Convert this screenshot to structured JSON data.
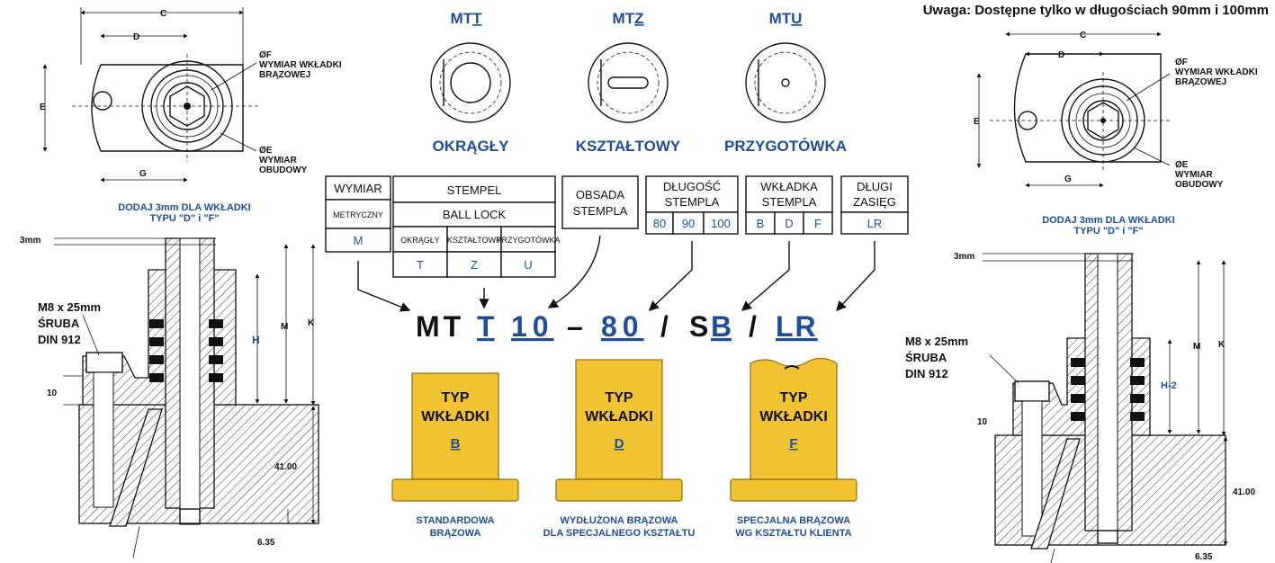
{
  "note": "Uwaga: Dostępne tylko w długościach 90mm i 100mm",
  "shapes": [
    {
      "code": "MTT",
      "code_prefix": "MT",
      "code_letter": "T",
      "label": "OKRĄGŁY"
    },
    {
      "code": "MTZ",
      "code_prefix": "MT",
      "code_letter": "Z",
      "label": "KSZTAŁTOWY"
    },
    {
      "code": "MTU",
      "code_prefix": "MT",
      "code_letter": "U",
      "label": "PRZYGOTÓWKA"
    }
  ],
  "top_view": {
    "dim_c": "C",
    "dim_d": "D",
    "dim_e": "E",
    "dim_g": "G",
    "f_line1": "ØF",
    "f_line2": "WYMIAR WKŁADKI",
    "f_line3": "BRĄZOWEJ",
    "e_line1": "ØE",
    "e_line2": "WYMIAR",
    "e_line3": "OBUDOWY"
  },
  "section": {
    "add_line1": "DODAJ 3mm DLA WKŁADKI",
    "add_line2": "TYPU \"D\" i \"F\"",
    "dim_3mm": "3mm",
    "screw1": "M8 x 25mm",
    "screw2": "ŚRUBA",
    "screw3": "DIN 912",
    "dim_10": "10",
    "dim_h_left": "H",
    "dim_h_right": "H-2",
    "dim_m": "M",
    "dim_k": "K",
    "dim_41": "41.00",
    "dim_635": "6.35"
  },
  "order_boxes": {
    "wymiar": {
      "title": "WYMIAR",
      "sub": "METRYCZNY",
      "code": "M"
    },
    "stempel": {
      "title": "STEMPEL",
      "sub": "BALL LOCK",
      "options": [
        {
          "label": "OKRĄGŁY",
          "code": "T"
        },
        {
          "label": "KSZTAŁTOWY",
          "code": "Z"
        },
        {
          "label": "PRZYGOTÓWKA",
          "code": "U"
        }
      ]
    },
    "obsada": {
      "line1": "OBSADA",
      "line2": "STEMPLA"
    },
    "dlugosc": {
      "line1": "DŁUGOŚĆ",
      "line2": "STEMPLA",
      "codes": [
        "80",
        "90",
        "100"
      ]
    },
    "wkladka": {
      "line1": "WKŁADKA",
      "line2": "STEMPLA",
      "codes": [
        "B",
        "D",
        "F"
      ]
    },
    "zasieg": {
      "line1": "DŁUGI",
      "line2": "ZASIĘG",
      "code": "LR"
    }
  },
  "order_code": {
    "p1": "MT",
    "p2": "T",
    "p3": "10",
    "p4": "–",
    "p5": "80",
    "p6": "/",
    "p7": "S",
    "p8": "B",
    "p9": "/",
    "p10": "LR"
  },
  "inserts": [
    {
      "line1": "TYP",
      "line2": "WKŁADKI",
      "code": "B",
      "cap1": "STANDARDOWA",
      "cap2": "BRĄZOWA"
    },
    {
      "line1": "TYP",
      "line2": "WKŁADKI",
      "code": "D",
      "cap1": "WYDŁUŻONA BRĄZOWA",
      "cap2": "DLA SPECJALNEGO KSZTAŁTU"
    },
    {
      "line1": "TYP",
      "line2": "WKŁADKI",
      "code": "F",
      "cap1": "SPECJALNA BRĄZOWA",
      "cap2": "WG KSZTAŁTU KLIENTA"
    }
  ],
  "colors": {
    "accent": "#1f4e96",
    "insert": "#f1c232"
  }
}
